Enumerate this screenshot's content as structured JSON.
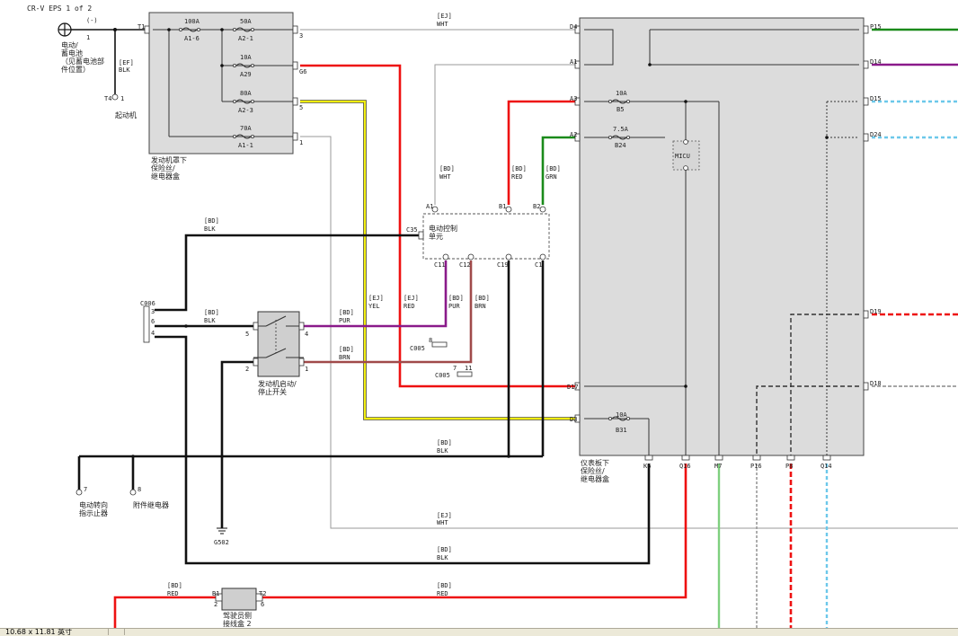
{
  "page": {
    "title": "CR-V EPS 1 of 2"
  },
  "colors": {
    "red": "#ee1111",
    "yellow": "#f2ee10",
    "green": "#1a8a1a",
    "light_green": "#7fd07f",
    "purple": "#8a1a8a",
    "magenta": "#a21aa2",
    "brown": "#a04a4a",
    "light_blue": "#6cc8ea",
    "black": "#111111",
    "white_wire": "#9a9a9a",
    "box_fill": "#dcdcdc"
  },
  "components": {
    "battery": {
      "label": "蓄电池",
      "polarity": "(-)",
      "pin": "1",
      "label_line1": "电动/",
      "label_line2": "（见蓄电池部",
      "label_line3": "件位置）"
    },
    "starter": {
      "ref": "T4",
      "pin": "1",
      "label": "起动机"
    },
    "engine_fuse_box": {
      "label_line1": "发动机罩下",
      "label_line2": "保险丝/",
      "label_line3": "继电器盒",
      "fuses": [
        {
          "rating": "100A",
          "id": "A1-6"
        },
        {
          "rating": "50A",
          "id": "A2-1"
        },
        {
          "rating": "10A",
          "id": "A29"
        },
        {
          "rating": "80A",
          "id": "A2-3"
        },
        {
          "rating": "70A",
          "id": "A1-1"
        }
      ],
      "pins": {
        "in": "T1",
        "p1": "3",
        "p2": "G6",
        "p3": "5",
        "p4": "1"
      }
    },
    "dash_fuse_box": {
      "label_line1": "仪表板下",
      "label_line2": "保险丝/",
      "label_line3": "继电器盒",
      "fuses": [
        {
          "rating": "10A",
          "id": "B5"
        },
        {
          "rating": "7.5A",
          "id": "B24"
        },
        {
          "rating": "10A",
          "id": "B31"
        }
      ],
      "micu": "MICU",
      "left_pins": [
        "D4",
        "A1",
        "A3",
        "A2",
        "D17",
        "D3"
      ],
      "right_pins": [
        "P15",
        "D14",
        "D15",
        "D24",
        "D19",
        "D18"
      ],
      "bottom_pins": [
        "K6",
        "Q16",
        "M7",
        "P16",
        "P8",
        "Q14"
      ]
    },
    "eps_unit": {
      "label_line1": "电动控制",
      "label_line2": "单元",
      "top_pins": [
        "A1",
        "B1",
        "B2"
      ],
      "left_pin": "C35",
      "bottom_pins": [
        "C11",
        "C12",
        "C19",
        "C1"
      ]
    },
    "ignition_switch": {
      "label_line1": "发动机启动/",
      "label_line2": "停止开关",
      "pins": [
        "5",
        "4",
        "2",
        "1"
      ]
    },
    "connector_c006": {
      "ref": "C006",
      "pins": [
        "3",
        "6",
        "4"
      ]
    },
    "connector_c005a": {
      "ref": "C005",
      "pins": [
        "8"
      ]
    },
    "connector_c005b": {
      "ref": "C005",
      "pins": [
        "7",
        "11"
      ]
    },
    "ground": {
      "ref": "G502"
    },
    "eps_indicator": {
      "pin": "7",
      "label_line1": "电动转向",
      "label_line2": "指示止器"
    },
    "accessory_relay": {
      "pin": "8",
      "label": "附件继电器"
    },
    "fuse_junction": {
      "pins": [
        "B1",
        "2",
        "T2",
        "6"
      ],
      "label_line1": "驾驶员侧",
      "label_line2": "接线盒 2"
    }
  },
  "wires": {
    "w_wht_top": {
      "tag": "[EJ]",
      "color": "WHT"
    },
    "w_blk_batt": {
      "tag": "[EF]",
      "color": "BLK"
    },
    "w_wht_eps": {
      "tag": "[BD]",
      "color": "WHT"
    },
    "w_red_eps": {
      "tag": "[BD]",
      "color": "RED"
    },
    "w_grn_eps": {
      "tag": "[BD]",
      "color": "GRN"
    },
    "w_blk_c35": {
      "tag": "[BD]",
      "color": "BLK"
    },
    "w_blk_c006": {
      "tag": "[BD]",
      "color": "BLK"
    },
    "w_pur": {
      "tag": "[BD]",
      "color": "PUR"
    },
    "w_brn": {
      "tag": "[BD]",
      "color": "BRN"
    },
    "w_yel": {
      "tag": "[EJ]",
      "color": "YEL"
    },
    "w_red_g6": {
      "tag": "[EJ]",
      "color": "RED"
    },
    "w_pur_c11": {
      "tag": "[BD]",
      "color": "PUR"
    },
    "w_brn_c12": {
      "tag": "[BD]",
      "color": "BRN"
    },
    "w_blk_gnd": {
      "tag": "[BD]",
      "color": "BLK"
    },
    "w_wht_bottom": {
      "tag": "[EJ]",
      "color": "WHT"
    },
    "w_blk_bottom": {
      "tag": "[BD]",
      "color": "BLK"
    },
    "w_red_bottom_left": {
      "tag": "[BD]",
      "color": "RED"
    },
    "w_red_bottom_right": {
      "tag": "[BD]",
      "color": "RED"
    }
  },
  "status_bar": {
    "size_text": "10.68 x 11.81 英寸"
  }
}
